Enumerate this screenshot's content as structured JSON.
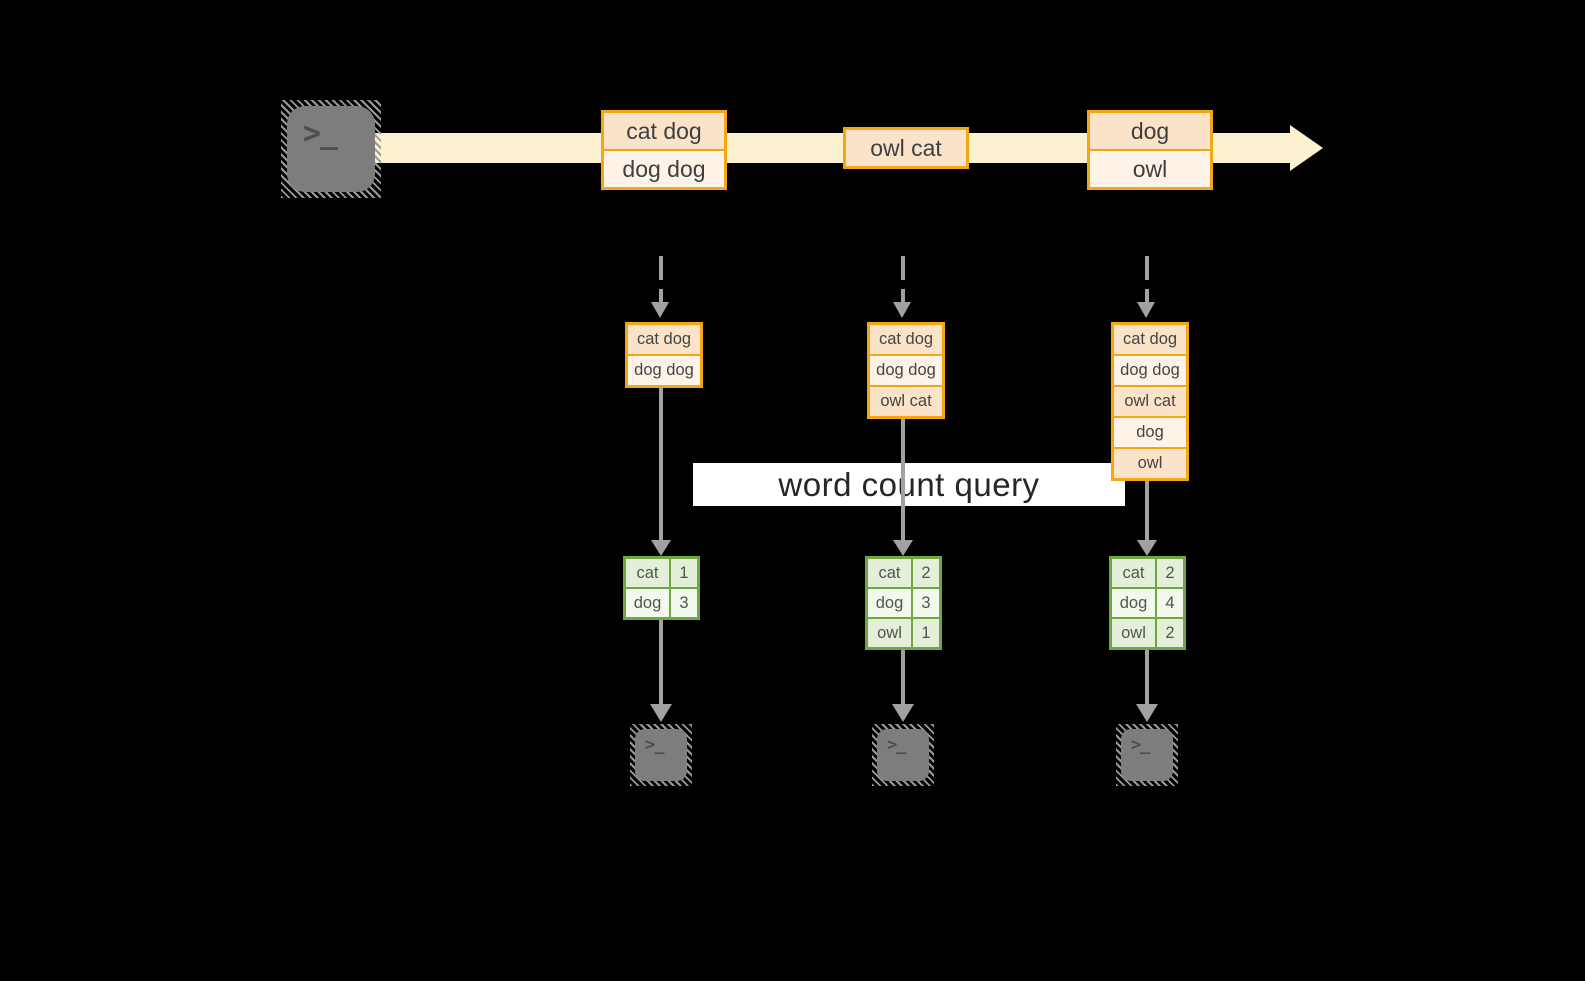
{
  "query_label": "word count query",
  "stream": {
    "events": [
      {
        "cells": [
          "cat dog",
          "dog dog"
        ]
      },
      {
        "cells": [
          "owl cat"
        ]
      },
      {
        "cells": [
          "dog",
          "owl"
        ]
      }
    ]
  },
  "columns": [
    {
      "state": [
        "cat dog",
        "dog dog"
      ],
      "counts": [
        {
          "word": "cat",
          "count": "1"
        },
        {
          "word": "dog",
          "count": "3"
        }
      ]
    },
    {
      "state": [
        "cat dog",
        "dog dog",
        "owl cat"
      ],
      "counts": [
        {
          "word": "cat",
          "count": "2"
        },
        {
          "word": "dog",
          "count": "3"
        },
        {
          "word": "owl",
          "count": "1"
        }
      ]
    },
    {
      "state": [
        "cat dog",
        "dog dog",
        "owl cat",
        "dog",
        "owl"
      ],
      "counts": [
        {
          "word": "cat",
          "count": "2"
        },
        {
          "word": "dog",
          "count": "4"
        },
        {
          "word": "owl",
          "count": "2"
        }
      ]
    }
  ],
  "icons": {
    "terminal_prompt": ">_"
  },
  "colors": {
    "stream_fill": "#fcf2cf",
    "event_border": "#f2a715",
    "event_cell_dark": "#fae3c8",
    "event_cell_light": "#fdf3e7",
    "table_border": "#6fa83e",
    "table_row_dark": "#e3efd9",
    "table_row_light": "#f2f8ec",
    "arrow_gray": "#a1a1a1",
    "terminal_gray": "#7d7d7d"
  }
}
